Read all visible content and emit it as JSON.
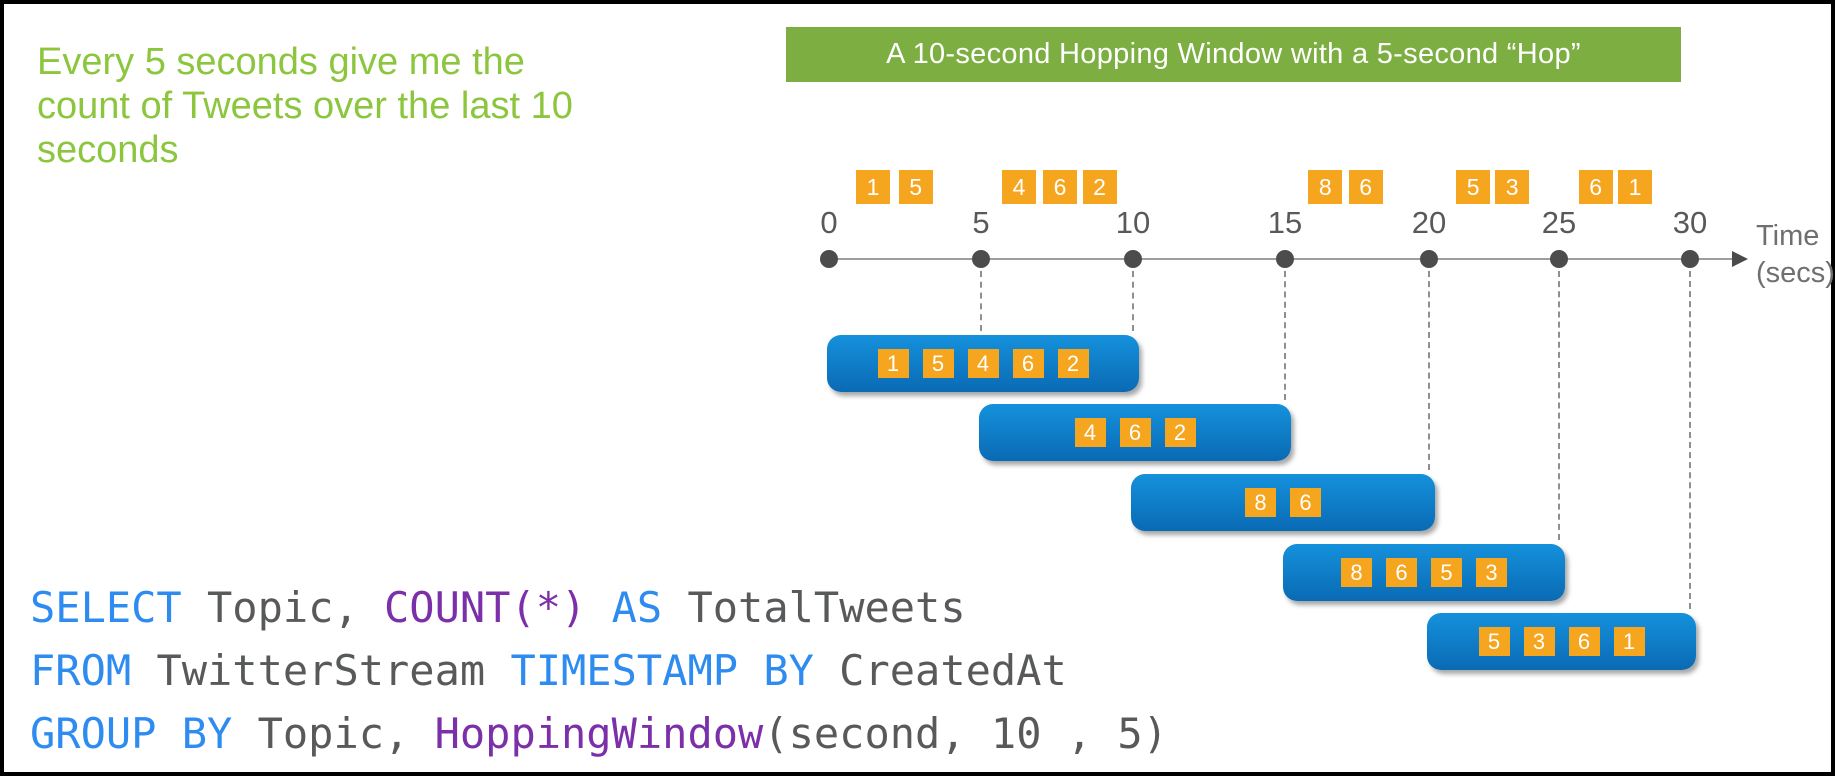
{
  "note": {
    "lines": [
      "Every 5 seconds give me the",
      "count of Tweets over the last 10",
      "seconds"
    ]
  },
  "banner": {
    "text": "A 10-second Hopping Window with a 5-second “Hop”"
  },
  "timeline": {
    "ticks": [
      "0",
      "5",
      "10",
      "15",
      "20",
      "25",
      "30"
    ],
    "axis_label_line1": "Time",
    "axis_label_line2": "(secs)",
    "events": [
      {
        "t": 1.45,
        "label": "1"
      },
      {
        "t": 2.85,
        "label": "5"
      },
      {
        "t": 6.25,
        "label": "4"
      },
      {
        "t": 7.6,
        "label": "6"
      },
      {
        "t": 8.9,
        "label": "2"
      },
      {
        "t": 16.4,
        "label": "8"
      },
      {
        "t": 17.8,
        "label": "6"
      },
      {
        "t": 21.7,
        "label": "5"
      },
      {
        "t": 23.2,
        "label": "3"
      },
      {
        "t": 26.4,
        "label": "6"
      },
      {
        "t": 27.9,
        "label": "1"
      }
    ]
  },
  "windows": [
    {
      "start": 0,
      "end": 10,
      "values": [
        "1",
        "5",
        "4",
        "6",
        "2"
      ]
    },
    {
      "start": 5,
      "end": 15,
      "values": [
        "4",
        "6",
        "2"
      ]
    },
    {
      "start": 10,
      "end": 20,
      "values": [
        "8",
        "6"
      ]
    },
    {
      "start": 15,
      "end": 25,
      "values": [
        "8",
        "6",
        "5",
        "3"
      ]
    },
    {
      "start": 20,
      "end": 30,
      "values": [
        "5",
        "3",
        "6",
        "1"
      ]
    }
  ],
  "code": {
    "lines": [
      [
        {
          "text": "SELECT",
          "c": "kw"
        },
        {
          "text": " Topic, ",
          "c": "plain"
        },
        {
          "text": "COUNT(*)",
          "c": "fn"
        },
        {
          "text": " ",
          "c": "plain"
        },
        {
          "text": "AS",
          "c": "kw"
        },
        {
          "text": " TotalTweets",
          "c": "plain"
        }
      ],
      [
        {
          "text": "FROM",
          "c": "kw"
        },
        {
          "text": " TwitterStream ",
          "c": "plain"
        },
        {
          "text": "TIMESTAMP BY",
          "c": "kw"
        },
        {
          "text": " CreatedAt",
          "c": "plain"
        }
      ],
      [
        {
          "text": "GROUP BY",
          "c": "kw"
        },
        {
          "text": " Topic, ",
          "c": "plain"
        },
        {
          "text": "HoppingWindow",
          "c": "fn"
        },
        {
          "text": "(second, 10 , 5)",
          "c": "plain"
        }
      ]
    ]
  },
  "colors": {
    "heading_green": "#8CC63E",
    "banner_green": "#7CAE42",
    "orange": "#F6A51F",
    "window_blue_top": "#1591DC",
    "window_blue_bottom": "#0A6AB4",
    "keyword_blue": "#2E8CF0",
    "function_purple": "#7B2FA8",
    "code_gray": "#58595B"
  }
}
